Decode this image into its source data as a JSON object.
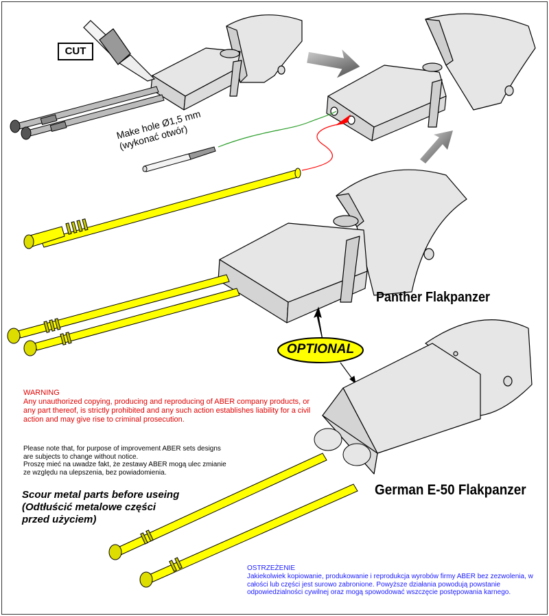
{
  "labels": {
    "cut": "CUT",
    "make_hole": "Make hole Ø1,5 mm\n(wykonać otwór)",
    "panther": "Panther Flakpanzer",
    "e50": "German E-50 Flakpanzer",
    "optional": "OPTIONAL"
  },
  "warning": {
    "title": "WARNING",
    "body": "Any unauthorized copying, producing and reproducing of ABER company products, or any part thereof, is strictly prohibited and any such action establishes liability for a civil action and may give rise to criminal prosecution."
  },
  "note": {
    "text": "Please note that, for purpose of improvement ABER sets designs are subjects to change without notice.\nProszę mieć na uwadze fakt, że zestawy ABER mogą ulec zmianie ze względu na ulepszenia, bez powiadomienia."
  },
  "scour": {
    "text": "Scour metal parts before useing\n(Odtłuścić metalowe części\nprzed użyciem)"
  },
  "ostrzezenie": {
    "title": "OSTRZEŻENIE",
    "body": "Jakiekolwiek kopiowanie, produkowanie i reprodukcja wyrobów firmy ABER bez zezwolenia, w całości lub części jest surowo zabronione. Powyższe działania powodują powstanie odpowiedzialności cywilnej oraz mogą spowodować wszczęcie postępowania karnego."
  },
  "colors": {
    "barrel_yellow": "#ffff00",
    "turret_gray": "#e6e6e6",
    "warning_red": "#e00000",
    "polish_blue": "#1a1aff",
    "guide_green": "#2a9d2a",
    "guide_red": "#ff0000"
  }
}
